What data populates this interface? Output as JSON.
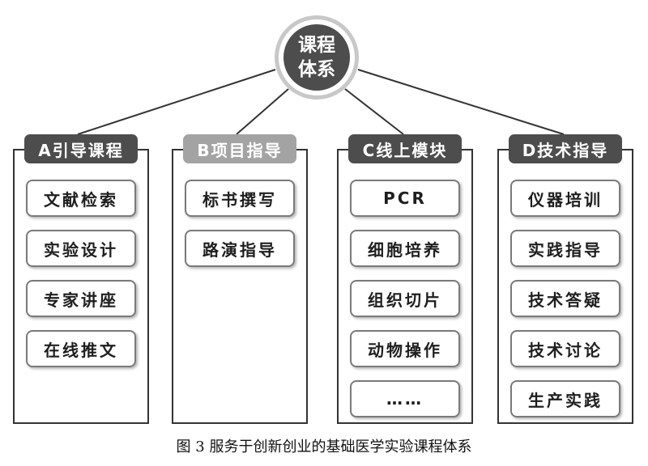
{
  "hub": {
    "line1": "课程",
    "line2": "体系"
  },
  "columns": [
    {
      "header": "A引导课程",
      "items": [
        "文献检索",
        "实验设计",
        "专家讲座",
        "在线推文"
      ]
    },
    {
      "header": "B项目指导",
      "items": [
        "标书撰写",
        "路演指导"
      ]
    },
    {
      "header": "C线上模块",
      "items": [
        "PCR",
        "细胞培养",
        "组织切片",
        "动物操作",
        "……"
      ]
    },
    {
      "header": "D技术指导",
      "items": [
        "仪器培训",
        "实践指导",
        "技术答疑",
        "技术讨论",
        "生产实践"
      ]
    }
  ],
  "caption": "图 3  服务于创新创业的基础医学实验课程体系",
  "colors": {
    "dark_header": "#4d4d4d",
    "light_header": "#a3a3a3",
    "hub_ring": "#c8c8c8"
  }
}
